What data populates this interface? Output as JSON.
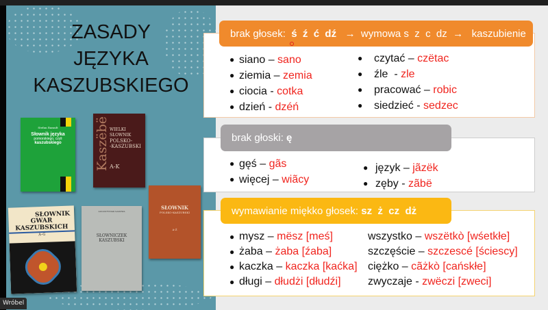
{
  "slide": {
    "title_lines": [
      "ZASADY",
      "JĘZYKA",
      "KASZUBSKIEGO"
    ],
    "books": [
      {
        "author": "Stefan Ramułt",
        "title_l1": "Słownik języka",
        "title_l2": "pomorskiego, czyli",
        "title_l3": "kaszubskiego"
      },
      {
        "side": "Kaszëbë",
        "title_l1": "WIELKI SŁOWNIK",
        "title_l2": "POLSKO-",
        "title_l3": "-KASZUBSKI",
        "volume": "A-K"
      },
      {
        "title_l1": "SŁOWNIK",
        "title_l2": "POLSKO-KASZUBSKI",
        "volume": "A-Ż"
      },
      {
        "title_l1": "SŁOWNIK",
        "title_l2": "GWAR",
        "title_l3": "KASZUBSKICH",
        "volume": "A–G"
      },
      {
        "author": "AUGUSTYNIAK SADOWA",
        "title_l1": "SŁOWNICZEK",
        "title_l2": "KASZUBSKI"
      }
    ],
    "sections": [
      {
        "header_prefix": "brak głosek:  ",
        "header_bold": "ś  ź  ć  dź",
        "header_suffix": "   →  wymowa s  z  c  dz  →   kaszubienie",
        "color": "#f08a2c",
        "col1": [
          {
            "pl": "siano – ",
            "csb": "sano"
          },
          {
            "pl": "ziemia – ",
            "csb": "zemia"
          },
          {
            "pl": "ciocia - ",
            "csb": "cotka"
          },
          {
            "pl": "dzień - ",
            "csb": "dzéń"
          }
        ],
        "col2": [
          {
            "pl": "czytać – ",
            "csb": "czëtac"
          },
          {
            "pl": "źle  - ",
            "csb": "zle"
          },
          {
            "pl": "pracować – ",
            "csb": "robic"
          },
          {
            "pl": "siedzieć - ",
            "csb": "sedzec"
          }
        ]
      },
      {
        "header_prefix": "brak głoski: ",
        "header_bold": "ę",
        "color": "#a6a3a5",
        "col1": [
          {
            "pl": "gęś – ",
            "csb": "gãs"
          },
          {
            "pl": "więcej – ",
            "csb": "wiãcy"
          }
        ],
        "col2": [
          {
            "pl": "język – ",
            "csb": "jãzëk"
          },
          {
            "pl": "zęby - ",
            "csb": "zãbë"
          }
        ]
      },
      {
        "header_prefix": "wymawianie miękko głosek: ",
        "header_bold": "sz  ż  cz  dż",
        "color": "#fbb813",
        "col1": [
          {
            "pl": "mysz – ",
            "csb": "mësz [meś]"
          },
          {
            "pl": "żaba – ",
            "csb": "żaba [źaba]"
          },
          {
            "pl": "kaczka – ",
            "csb": "kaczka [kaćka]"
          },
          {
            "pl": "długi – ",
            "csb": "dłudżi [dłudźi]"
          }
        ],
        "col2": [
          {
            "pl": "wszystko – ",
            "csb": "wszëtkò [wśetkłe]"
          },
          {
            "pl": "szczęście – ",
            "csb": "szczescé [ściescy]"
          },
          {
            "pl": "ciężko – ",
            "csb": "cãżkò [cańskłe]"
          },
          {
            "pl": "zwyczaje - ",
            "csb": "zwëczi [zweci]"
          }
        ]
      }
    ]
  },
  "participant_name": "Wróbel"
}
